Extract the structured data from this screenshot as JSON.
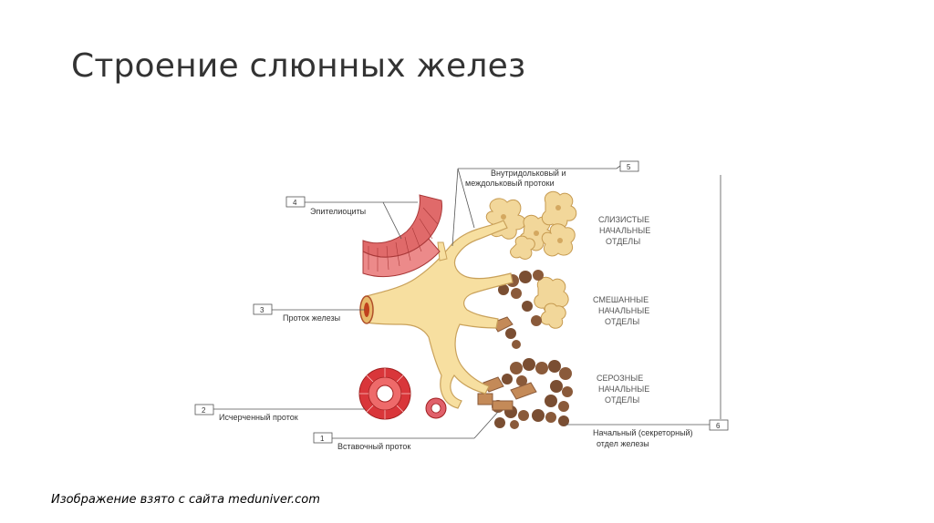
{
  "slide": {
    "title": "Строение слюнных желез",
    "caption": "Изображение взято с сайта meduniver.com"
  },
  "diagram": {
    "callouts": [
      {
        "number": "1",
        "text": "Вставочный проток"
      },
      {
        "number": "2",
        "text": "Исчерченный проток"
      },
      {
        "number": "3",
        "text": "Проток железы"
      },
      {
        "number": "4",
        "text": "Эпителиоциты"
      },
      {
        "number": "5",
        "text_line1": "Внутридольковый и",
        "text_line2": "междольковый протоки"
      },
      {
        "number": "6",
        "text_line1": "Начальный (секреторный)",
        "text_line2": "отдел железы"
      }
    ],
    "regions": {
      "mucous": [
        "СЛИЗИСТЫЕ",
        "НАЧАЛЬНЫЕ",
        "ОТДЕЛЫ"
      ],
      "mixed": [
        "СМЕШАННЫЕ",
        "НАЧАЛЬНЫЕ",
        "ОТДЕЛЫ"
      ],
      "serous": [
        "СЕРОЗНЫЕ",
        "НАЧАЛЬНЫЕ",
        "ОТДЕЛЫ"
      ]
    },
    "colors": {
      "duct": "#f7dfa0",
      "duct_stroke": "#c9a15a",
      "mucous_acini": "#f2d79a",
      "serous_acini": "#8a5a3a",
      "epithelium": "#e06a6a",
      "striated": "#d9363a"
    }
  }
}
